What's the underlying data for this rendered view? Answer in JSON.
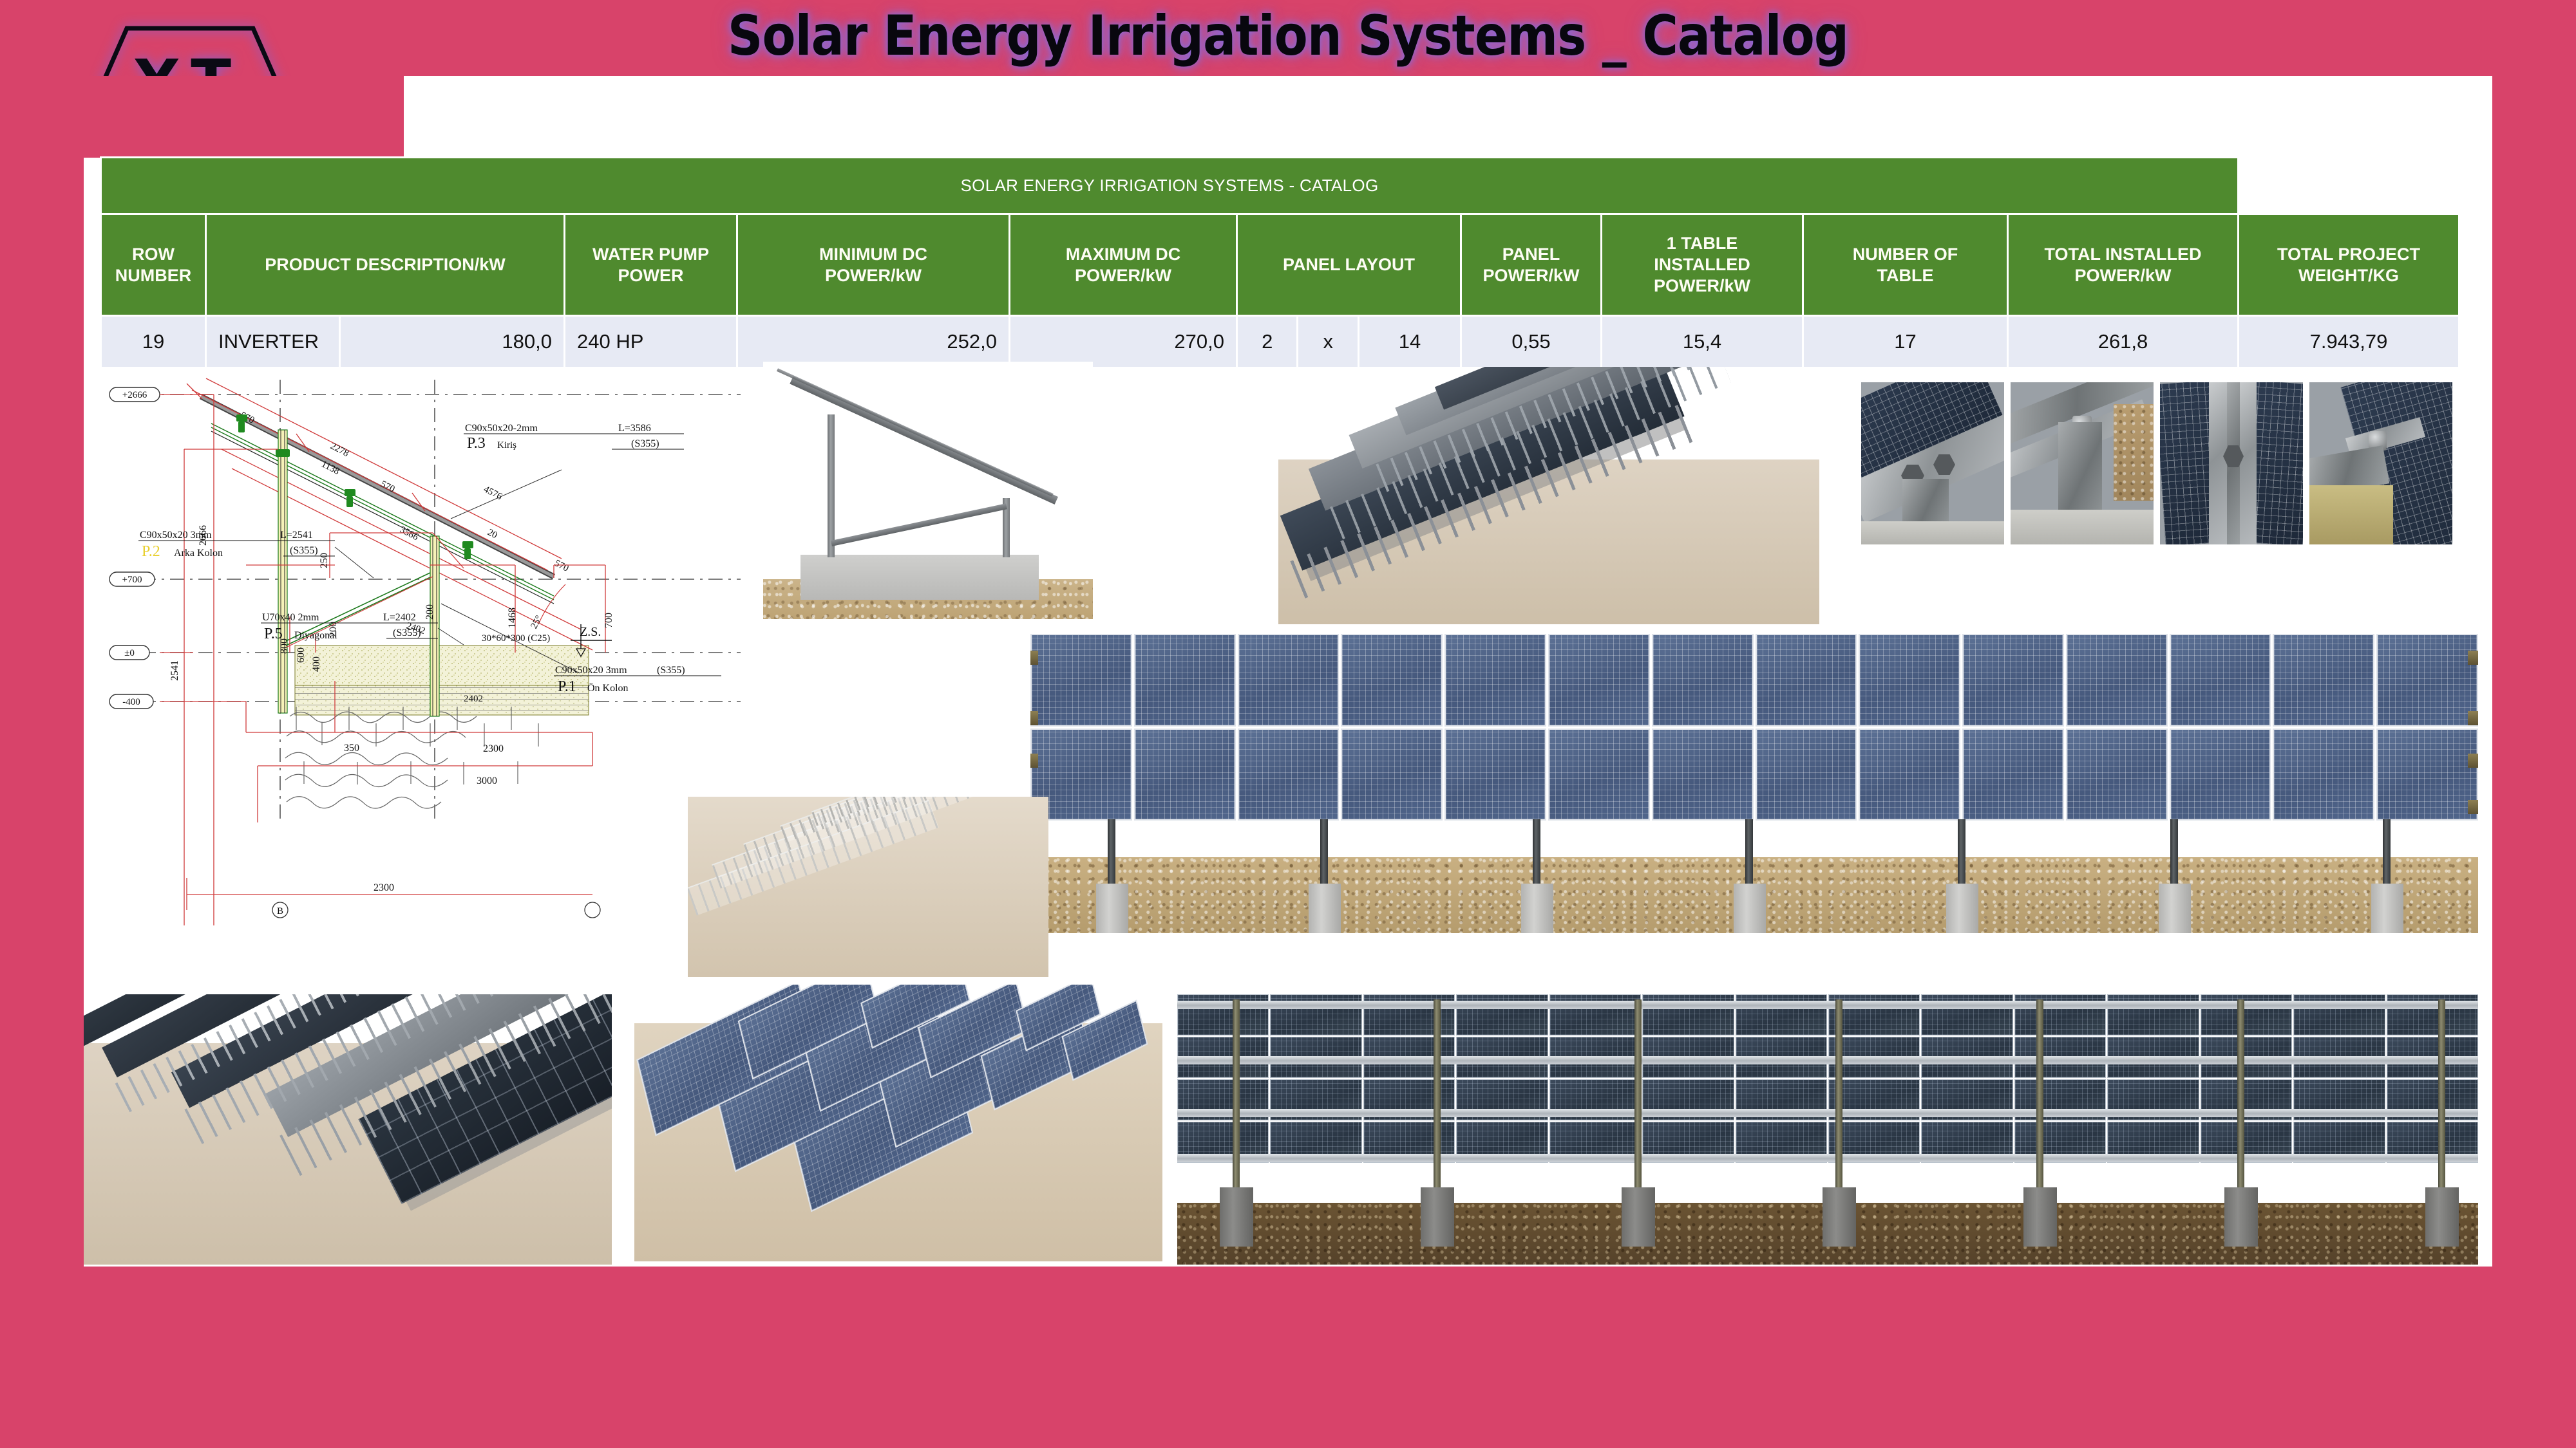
{
  "document": {
    "title": "Solar Energy Irrigation Systems _ Catalog",
    "logo_text": "Y.T.",
    "background_color": "#d8436a",
    "accent_green": "#4f8a2e",
    "row_fill": "#e7eaf4"
  },
  "table": {
    "banner": "SOLAR ENERGY IRRIGATION SYSTEMS - CATALOG",
    "headers": [
      "ROW NUMBER",
      "PRODUCT DESCRIPTION/kW",
      "WATER PUMP POWER",
      "MINIMUM DC POWER/kW",
      "MAXIMUM DC POWER/kW",
      "PANEL LAYOUT",
      "PANEL POWER/kW",
      "1 TABLE INSTALLED POWER/kW",
      "NUMBER OF TABLE",
      "TOTAL INSTALLED POWER/kW",
      "TOTAL PROJECT WEIGHT/KG"
    ],
    "headers_split": {
      "row_number_l1": "ROW",
      "row_number_l2": "NUMBER",
      "product_description": "PRODUCT DESCRIPTION/kW",
      "water_pump_l1": "WATER PUMP",
      "water_pump_l2": "POWER",
      "min_dc_l1": "MINIMUM DC",
      "min_dc_l2": "POWER/kW",
      "max_dc_l1": "MAXIMUM DC",
      "max_dc_l2": "POWER/kW",
      "panel_layout": "PANEL LAYOUT",
      "panel_power_l1": "PANEL",
      "panel_power_l2": "POWER/kW",
      "one_table_l1": "1 TABLE",
      "one_table_l2": "INSTALLED",
      "one_table_l3": "POWER/kW",
      "number_of_table_l1": "NUMBER OF",
      "number_of_table_l2": "TABLE",
      "total_installed_l1": "TOTAL INSTALLED",
      "total_installed_l2": "POWER/kW",
      "total_weight_l1": "TOTAL PROJECT",
      "total_weight_l2": "WEIGHT/KG"
    },
    "row": {
      "row_number": "19",
      "product_description": "INVERTER",
      "product_power_kw": "180,0",
      "water_pump_power": "240 HP",
      "minimum_dc_power_kw": "252,0",
      "maximum_dc_power_kw": "270,0",
      "panel_layout_count": "2",
      "panel_layout_sep": "x",
      "panel_layout_per": "14",
      "panel_power_kw": "0,55",
      "one_table_installed_power_kw": "15,4",
      "number_of_table": "17",
      "total_installed_power_kw": "261,8",
      "total_project_weight_kg": "7.943,79"
    }
  },
  "drawing": {
    "name": "solar-table-section-detail",
    "elevation_markers": [
      "+2666",
      "+700",
      "±0",
      "-400"
    ],
    "vertical_dims": [
      "2666",
      "2541",
      "800",
      "600",
      "400",
      "200",
      "200",
      "1468",
      "700",
      "250",
      "20"
    ],
    "horizontal_dims": [
      "350",
      "2300",
      "3000",
      "2300"
    ],
    "slope_dims": [
      "570",
      "2278",
      "1138",
      "4576",
      "570",
      "3586",
      "570",
      "2402",
      "2402"
    ],
    "angle_label": "25°",
    "water_table_label": "Z.S.",
    "grid_marks": [
      "B"
    ],
    "parts": [
      {
        "id": "P.3",
        "name": "Kiriş",
        "profile": "C90x50x20-2mm",
        "length": "L=3586",
        "steel": "(S355)"
      },
      {
        "id": "P.2",
        "name": "Arka Kolon",
        "profile": "C90x50x20 3mm",
        "length": "L=2541",
        "steel": "(S355)"
      },
      {
        "id": "P.5",
        "name": "Diyagonal",
        "profile": "U70x40 2mm",
        "length": "L=2402",
        "steel": "(S355)"
      },
      {
        "id": "P.1",
        "name": "Ön Kolon",
        "profile": "C90x50x20 3mm",
        "length": "L=1468",
        "steel": "(S355)"
      }
    ],
    "concrete_note": "30*60*300 (C25)"
  },
  "figures": [
    {
      "name": "side-elevation-mounting-structure",
      "caption": ""
    },
    {
      "name": "3d-array-perspective-steel-tables",
      "caption": ""
    },
    {
      "name": "detail-photo-rail-bolts",
      "caption": ""
    },
    {
      "name": "detail-photo-post-bracket",
      "caption": ""
    },
    {
      "name": "detail-photo-mid-clamp-rail",
      "caption": ""
    },
    {
      "name": "detail-photo-end-clamp",
      "caption": ""
    },
    {
      "name": "front-elevation-panel-array",
      "caption": ""
    },
    {
      "name": "3d-bare-frames-array",
      "caption": ""
    },
    {
      "name": "3d-array-dark-panels",
      "caption": ""
    },
    {
      "name": "3d-array-blue-panels",
      "caption": ""
    },
    {
      "name": "rear-elevation-panel-array",
      "caption": ""
    }
  ]
}
